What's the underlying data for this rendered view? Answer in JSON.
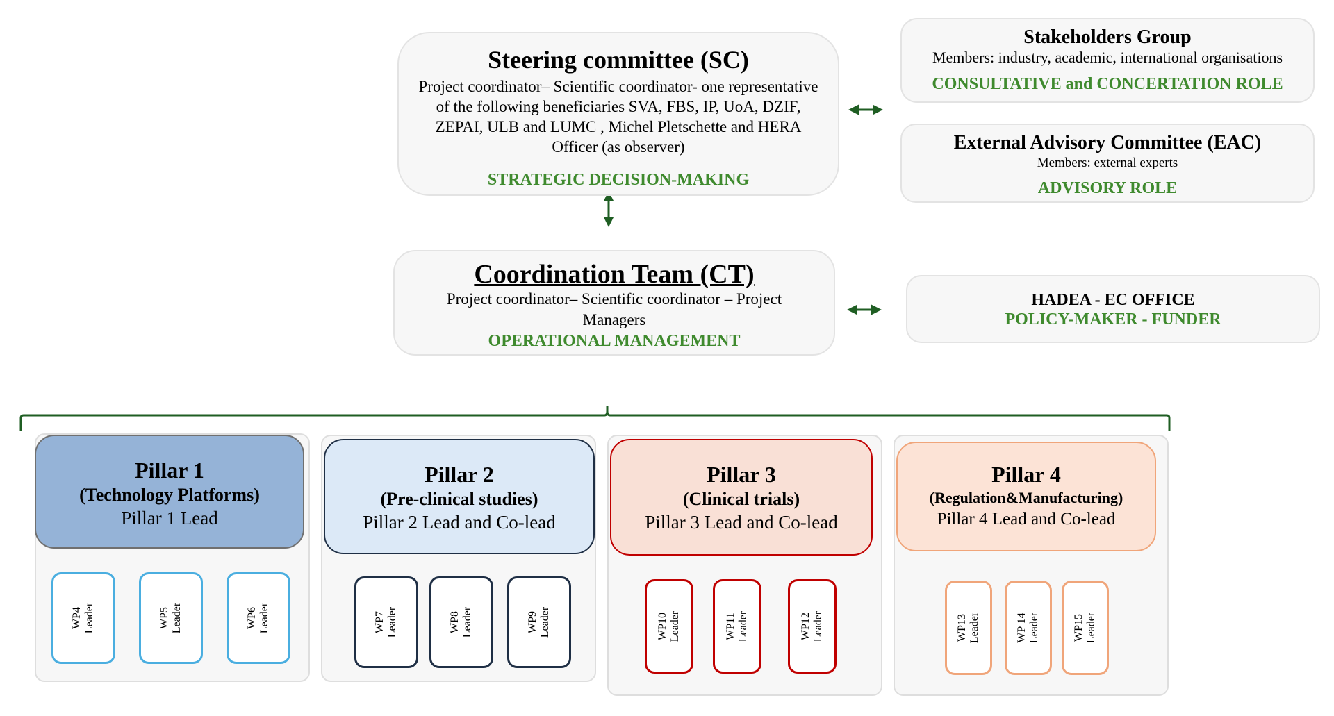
{
  "steering_committee": {
    "title": "Steering committee (SC)",
    "body": "Project coordinator– Scientific coordinator- one representative of the following beneficiaries SVA, FBS, IP, UoA, DZIF, ZEPAI, ULB and LUMC , Michel Pletschette and HERA Officer (as observer)",
    "role": "STRATEGIC  DECISION-MAKING"
  },
  "coordination_team": {
    "title": "Coordination Team (CT)",
    "body": "Project coordinator– Scientific coordinator – Project Managers",
    "role": "OPERATIONAL MANAGEMENT"
  },
  "stakeholders_group": {
    "title": "Stakeholders Group",
    "body": "Members: industry, academic, international organisations",
    "role": "CONSULTATIVE and CONCERTATION ROLE"
  },
  "external_advisory_committee": {
    "title": "External Advisory Committee (EAC)",
    "body": "Members: external experts",
    "role": "ADVISORY ROLE"
  },
  "hadea": {
    "title": "HADEA  - EC OFFICE",
    "role": "POLICY-MAKER - FUNDER"
  },
  "pillars": [
    {
      "title": "Pillar 1",
      "subtitle": "(Technology Platforms)",
      "lead": "Pillar 1 Lead",
      "wps": [
        {
          "label": "WP4",
          "role": "Leader"
        },
        {
          "label": "WP5",
          "role": "Leader"
        },
        {
          "label": "WP6",
          "role": "Leader"
        }
      ]
    },
    {
      "title": "Pillar 2",
      "subtitle": "(Pre-clinical studies)",
      "lead": "Pillar 2 Lead and Co-lead",
      "wps": [
        {
          "label": "WP7",
          "role": "Leader"
        },
        {
          "label": "WP8",
          "role": "Leader"
        },
        {
          "label": "WP9",
          "role": "Leader"
        }
      ]
    },
    {
      "title": "Pillar 3",
      "subtitle": "(Clinical trials)",
      "lead": "Pillar 3 Lead and Co-lead",
      "wps": [
        {
          "label": "WP10",
          "role": "Leader"
        },
        {
          "label": "WP11",
          "role": "Leader"
        },
        {
          "label": "WP12",
          "role": "Leader"
        }
      ]
    },
    {
      "title": "Pillar 4",
      "subtitle": "(Regulation&Manufacturing)",
      "lead": "Pillar 4 Lead and Co-lead",
      "wps": [
        {
          "label": "WP13",
          "role": "Leader"
        },
        {
          "label": "WP 14",
          "role": "Leader"
        },
        {
          "label": "WP15",
          "role": "Leader"
        }
      ]
    }
  ],
  "colors": {
    "role_green": "#3f8a2e",
    "arrow_green": "#1f5e23",
    "pillar1_fill": "#95b3d7",
    "pillar1_border": "#707070",
    "pillar2_fill": "#dce9f7",
    "pillar2_border": "#1f2f45",
    "pillar3_fill": "#f9e0d6",
    "pillar3_border": "#c00000",
    "pillar4_fill": "#fce3d6",
    "pillar4_border": "#f0a57a",
    "wp_p1_border": "#4aaee0",
    "wp_p2_border": "#1f2f45",
    "wp_p3_border": "#c00000",
    "wp_p4_border": "#f0a57a"
  }
}
